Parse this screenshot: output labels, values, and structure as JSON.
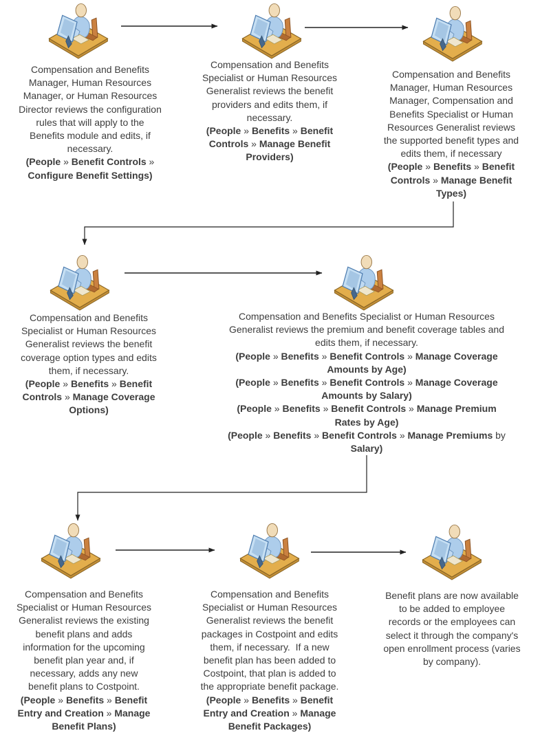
{
  "diagram": {
    "type": "flowchart",
    "icon": "person-at-computer",
    "colors": {
      "text": "#3d3d3d",
      "arrow": "#222222",
      "desk_top": "#e3ae4c",
      "desk_edge": "#c28f38",
      "figure_body": "#adcdeb",
      "figure_arm": "#bfd9f1",
      "monitor": "#c6dff3",
      "monitor_stand": "#46688c",
      "chair": "#ca8140",
      "head": "#f1dcb8",
      "keyboard": "#efe6cd"
    },
    "steps": [
      {
        "id": "step-1",
        "segments": [
          {
            "t": "Compensation and Benefits\nManager, Human Resources\nManager, or Human Resources\nDirector reviews the configuration\nrules that will apply to the\nBenefits module and edits, if\nnecessary.\n",
            "b": false
          },
          {
            "t": "(People",
            "b": true
          },
          {
            "t": " » ",
            "b": false
          },
          {
            "t": "Benefit Controls",
            "b": true
          },
          {
            "t": " »\n",
            "b": false
          },
          {
            "t": "Configure Benefit Settings)",
            "b": true
          }
        ]
      },
      {
        "id": "step-2",
        "segments": [
          {
            "t": "Compensation and Benefits\nSpecialist or Human Resources\nGeneralist reviews the benefit\nproviders and edits them, if\nnecessary.\n",
            "b": false
          },
          {
            "t": "(People",
            "b": true
          },
          {
            "t": " » ",
            "b": false
          },
          {
            "t": "Benefits",
            "b": true
          },
          {
            "t": " » ",
            "b": false
          },
          {
            "t": "Benefit\nControls",
            "b": true
          },
          {
            "t": " » ",
            "b": false
          },
          {
            "t": "Manage Benefit\nProviders)",
            "b": true
          }
        ]
      },
      {
        "id": "step-3",
        "segments": [
          {
            "t": "Compensation and Benefits\nManager, Human Resources\nManager, Compensation and\nBenefits Specialist or Human\nResources Generalist reviews\nthe supported benefit types and\nedits them, if necessary\n",
            "b": false
          },
          {
            "t": "(People",
            "b": true
          },
          {
            "t": " » ",
            "b": false
          },
          {
            "t": "Benefits",
            "b": true
          },
          {
            "t": " » ",
            "b": false
          },
          {
            "t": "Benefit\nControls",
            "b": true
          },
          {
            "t": " » ",
            "b": false
          },
          {
            "t": "Manage Benefit\nTypes)",
            "b": true
          }
        ]
      },
      {
        "id": "step-4",
        "segments": [
          {
            "t": "Compensation and Benefits\nSpecialist or Human Resources\nGeneralist reviews the benefit\ncoverage option types and edits\nthem, if necessary.\n",
            "b": false
          },
          {
            "t": "(People",
            "b": true
          },
          {
            "t": " » ",
            "b": false
          },
          {
            "t": "Benefits",
            "b": true
          },
          {
            "t": " » ",
            "b": false
          },
          {
            "t": "Benefit\nControls",
            "b": true
          },
          {
            "t": " » ",
            "b": false
          },
          {
            "t": "Manage Coverage\nOptions)",
            "b": true
          }
        ]
      },
      {
        "id": "step-5",
        "segments": [
          {
            "t": "Compensation and Benefits Specialist or Human Resources\nGeneralist reviews the premium and benefit coverage tables and\nedits them, if necessary.\n",
            "b": false
          },
          {
            "t": "(People",
            "b": true
          },
          {
            "t": " » ",
            "b": false
          },
          {
            "t": "Benefits",
            "b": true
          },
          {
            "t": " » ",
            "b": false
          },
          {
            "t": "Benefit Controls",
            "b": true
          },
          {
            "t": " » ",
            "b": false
          },
          {
            "t": "Manage Coverage\nAmounts by Age)",
            "b": true
          },
          {
            "t": "\n",
            "b": false
          },
          {
            "t": "(People",
            "b": true
          },
          {
            "t": " » ",
            "b": false
          },
          {
            "t": "Benefits",
            "b": true
          },
          {
            "t": " » ",
            "b": false
          },
          {
            "t": "Benefit Controls",
            "b": true
          },
          {
            "t": " » ",
            "b": false
          },
          {
            "t": "Manage Coverage\nAmounts by Salary)",
            "b": true
          },
          {
            "t": "\n",
            "b": false
          },
          {
            "t": "(People",
            "b": true
          },
          {
            "t": " » ",
            "b": false
          },
          {
            "t": "Benefits",
            "b": true
          },
          {
            "t": " » ",
            "b": false
          },
          {
            "t": "Benefit Controls",
            "b": true
          },
          {
            "t": " » ",
            "b": false
          },
          {
            "t": "Manage Premium\nRates by Age)",
            "b": true
          },
          {
            "t": "\n",
            "b": false
          },
          {
            "t": "(People",
            "b": true
          },
          {
            "t": " » ",
            "b": false
          },
          {
            "t": "Benefits",
            "b": true
          },
          {
            "t": " » ",
            "b": false
          },
          {
            "t": "Benefit Controls",
            "b": true
          },
          {
            "t": " » ",
            "b": false
          },
          {
            "t": "Manage Premiums",
            "b": true
          },
          {
            "t": " by\n",
            "b": false
          },
          {
            "t": "Salary)",
            "b": true
          }
        ]
      },
      {
        "id": "step-6",
        "segments": [
          {
            "t": "Compensation and Benefits\nSpecialist or Human Resources\nGeneralist reviews the existing\nbenefit plans and adds\ninformation for the upcoming\nbenefit plan year and, if\nnecessary, adds any new\nbenefit plans to Costpoint.\n",
            "b": false
          },
          {
            "t": "(People",
            "b": true
          },
          {
            "t": " » ",
            "b": false
          },
          {
            "t": "Benefits",
            "b": true
          },
          {
            "t": " » ",
            "b": false
          },
          {
            "t": "Benefit\nEntry and Creation",
            "b": true
          },
          {
            "t": " » ",
            "b": false
          },
          {
            "t": "Manage\nBenefit Plans)",
            "b": true
          }
        ]
      },
      {
        "id": "step-7",
        "segments": [
          {
            "t": "Compensation and Benefits\nSpecialist or Human Resources\nGeneralist reviews the benefit\npackages in Costpoint and edits\nthem, if necessary.  If a new\nbenefit plan has been added to\nCostpoint, that plan is added to\nthe appropriate benefit package.\n",
            "b": false
          },
          {
            "t": "(People",
            "b": true
          },
          {
            "t": " » ",
            "b": false
          },
          {
            "t": "Benefits",
            "b": true
          },
          {
            "t": " » ",
            "b": false
          },
          {
            "t": "Benefit\nEntry and Creation",
            "b": true
          },
          {
            "t": " » ",
            "b": false
          },
          {
            "t": "Manage\nBenefit Packages)",
            "b": true
          }
        ]
      },
      {
        "id": "step-8",
        "segments": [
          {
            "t": "Benefit plans are now available\nto be added to employee\nrecords or the employees can\nselect it through the company's\nopen enrollment process (varies\nby company).",
            "b": false
          }
        ]
      }
    ]
  }
}
